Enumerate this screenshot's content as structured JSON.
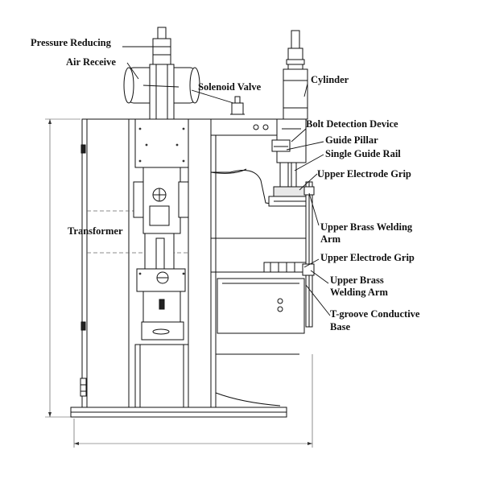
{
  "labels": {
    "pressure_reducing": "Pressure Reducing",
    "air_receiver": "Air Receive",
    "solenoid_valve": "Solenoid Valve",
    "cylinder": "Cylinder",
    "bolt_detection": "Bolt Detection Device",
    "guide_pillar": "Guide Pillar",
    "single_guide_rail": "Single Guide Rail",
    "upper_electrode_grip_1": "Upper Electrode Grip",
    "upper_brass_arm_1_line1": "Upper Brass Welding",
    "upper_brass_arm_1_line2": "Arm",
    "upper_electrode_grip_2": "Upper Electrode Grip",
    "upper_brass_arm_2_line1": "Upper Brass",
    "upper_brass_arm_2_line2": "Welding Arm",
    "t_groove_line1": "T-groove Conductive",
    "t_groove_line2": "Base",
    "transformer": "Transformer"
  }
}
